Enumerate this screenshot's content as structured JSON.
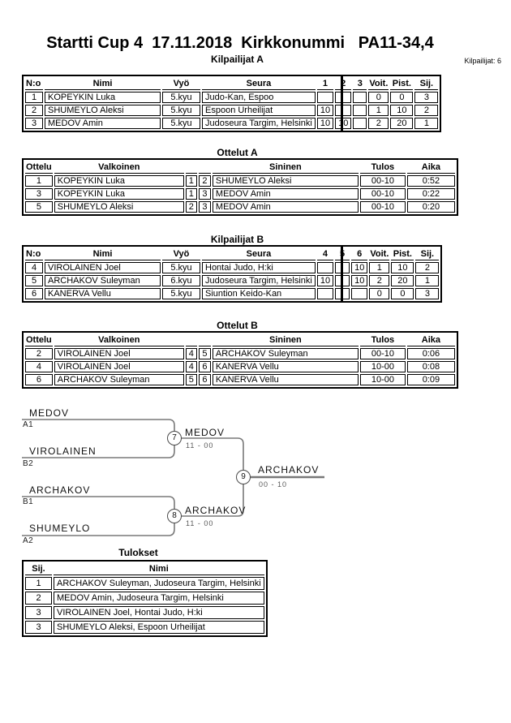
{
  "page": {
    "title": "Startti Cup 4  17.11.2018  Kirkkonummi   PA11-34,4",
    "competitors_count_label": "Kilpailijat: 6"
  },
  "tables": {
    "kilpailijat_a": {
      "title": "Kilpailijat A",
      "headers": [
        "N:o",
        "Nimi",
        "Vyö",
        "Seura",
        "1",
        "2",
        "3",
        "Voit.",
        "Pist.",
        "Sij."
      ],
      "rows": [
        [
          "1",
          "KOPEYKIN Luka",
          "5.kyu",
          "Judo-Kan, Espoo",
          "",
          "",
          "",
          "0",
          "0",
          "3"
        ],
        [
          "2",
          "SHUMEYLO Aleksi",
          "5.kyu",
          "Espoon Urheilijat",
          "10",
          "",
          "",
          "1",
          "10",
          "2"
        ],
        [
          "3",
          "MEDOV Amin",
          "5.kyu",
          "Judoseura Targim, Helsinki",
          "10",
          "10",
          "",
          "2",
          "20",
          "1"
        ]
      ]
    },
    "ottelut_a": {
      "title": "Ottelut A",
      "headers": [
        "Ottelu",
        "Valkoinen",
        "",
        "",
        "Sininen",
        "Tulos",
        "Aika"
      ],
      "rows": [
        [
          "1",
          "KOPEYKIN Luka",
          "1",
          "2",
          "SHUMEYLO Aleksi",
          "00-10",
          "0:52"
        ],
        [
          "3",
          "KOPEYKIN Luka",
          "1",
          "3",
          "MEDOV Amin",
          "00-10",
          "0:22"
        ],
        [
          "5",
          "SHUMEYLO Aleksi",
          "2",
          "3",
          "MEDOV Amin",
          "00-10",
          "0:20"
        ]
      ]
    },
    "kilpailijat_b": {
      "title": "Kilpailijat B",
      "headers": [
        "N:o",
        "Nimi",
        "Vyö",
        "Seura",
        "4",
        "5",
        "6",
        "Voit.",
        "Pist.",
        "Sij."
      ],
      "rows": [
        [
          "4",
          "VIROLAINEN Joel",
          "5.kyu",
          "Hontai Judo, H:ki",
          "",
          "",
          "10",
          "1",
          "10",
          "2"
        ],
        [
          "5",
          "ARCHAKOV Suleyman",
          "6.kyu",
          "Judoseura Targim, Helsinki",
          "10",
          "",
          "10",
          "2",
          "20",
          "1"
        ],
        [
          "6",
          "KANERVA Vellu",
          "5.kyu",
          "Siuntion Keido-Kan",
          "",
          "",
          "",
          "0",
          "0",
          "3"
        ]
      ]
    },
    "ottelut_b": {
      "title": "Ottelut B",
      "headers": [
        "Ottelu",
        "Valkoinen",
        "",
        "",
        "Sininen",
        "Tulos",
        "Aika"
      ],
      "rows": [
        [
          "2",
          "VIROLAINEN Joel",
          "4",
          "5",
          "ARCHAKOV Suleyman",
          "00-10",
          "0:06"
        ],
        [
          "4",
          "VIROLAINEN Joel",
          "4",
          "6",
          "KANERVA Vellu",
          "10-00",
          "0:08"
        ],
        [
          "6",
          "ARCHAKOV Suleyman",
          "5",
          "6",
          "KANERVA Vellu",
          "10-00",
          "0:09"
        ]
      ]
    },
    "tulokset": {
      "title": "Tulokset",
      "headers": [
        "Sij.",
        "Nimi"
      ],
      "rows": [
        [
          "1",
          "ARCHAKOV Suleyman, Judoseura Targim, Helsinki"
        ],
        [
          "2",
          "MEDOV Amin, Judoseura Targim, Helsinki"
        ],
        [
          "3",
          "VIROLAINEN Joel, Hontai Judo, H:ki"
        ],
        [
          "3",
          "SHUMEYLO Aleksi, Espoon Urheilijat"
        ]
      ]
    }
  },
  "bracket": {
    "slots": [
      {
        "name": "MEDOV",
        "tag": "A1"
      },
      {
        "name": "VIROLAINEN",
        "tag": "B2"
      },
      {
        "name": "ARCHAKOV",
        "tag": "B1"
      },
      {
        "name": "SHUMEYLO",
        "tag": "A2"
      }
    ],
    "matches": [
      {
        "number": "7",
        "winner": "MEDOV",
        "score": "11 - 00"
      },
      {
        "number": "8",
        "winner": "ARCHAKOV",
        "score": "11 - 00"
      },
      {
        "number": "9",
        "winner": "ARCHAKOV",
        "score": "00 - 10"
      }
    ],
    "line_color": "#787878"
  }
}
